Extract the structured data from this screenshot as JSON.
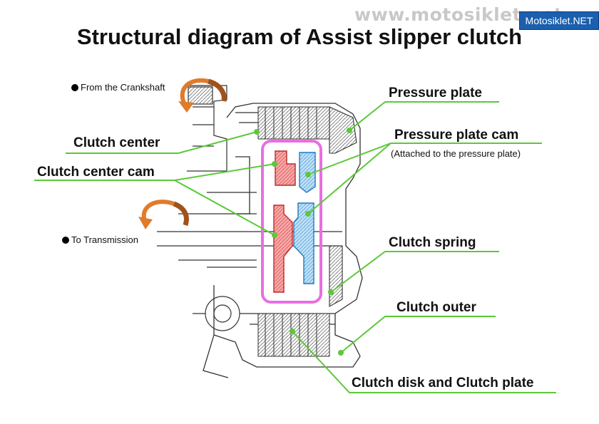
{
  "watermark": {
    "url": "www.motosiklet.net",
    "badge": "Motosiklet.NET",
    "badge_color": "#1b5fae"
  },
  "title": "Structural diagram of Assist slipper clutch",
  "notes": {
    "crankshaft": "From the Crankshaft",
    "transmission": "To Transmission"
  },
  "labels": {
    "pressure_plate": "Pressure plate",
    "pressure_plate_cam": "Pressure plate cam",
    "pressure_plate_cam_note": "(Attached to the pressure plate)",
    "clutch_center": "Clutch center",
    "clutch_center_cam": "Clutch center cam",
    "clutch_spring": "Clutch spring",
    "clutch_outer": "Clutch outer",
    "clutch_disk_plate": "Clutch disk and Clutch plate"
  },
  "colors": {
    "leader_line": "#5cc83a",
    "highlight_box": "#e86fe0",
    "clutch_center_cam": "#e8474c",
    "pressure_plate_cam": "#4aa3df",
    "rotation_arrow": "#e07b2a"
  }
}
